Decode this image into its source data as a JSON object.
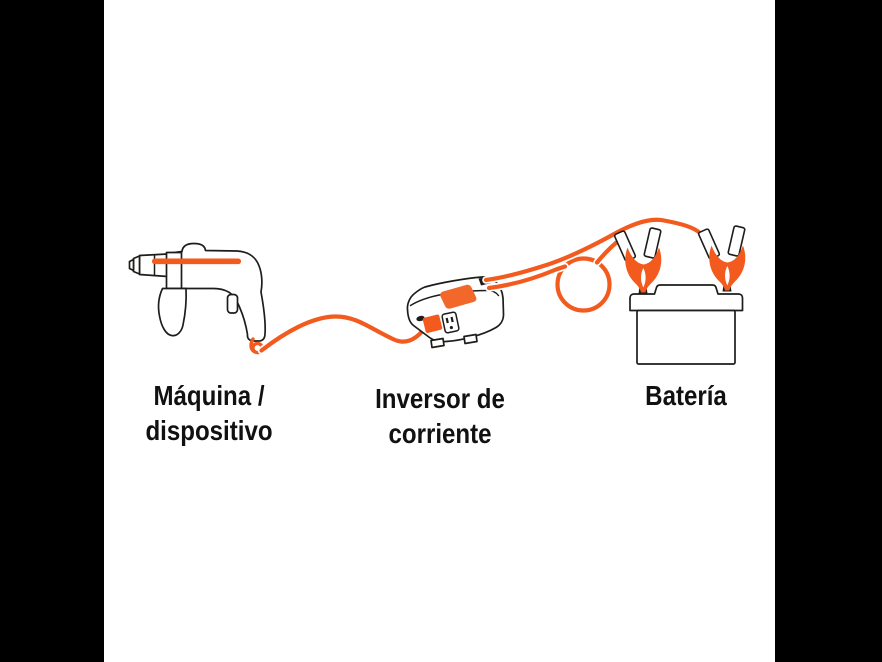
{
  "labels": {
    "machine": {
      "line1": "Máquina /",
      "line2": "dispositivo"
    },
    "inverter": {
      "line1": "Inversor de",
      "line2": "corriente"
    },
    "battery": {
      "line1": "Batería"
    }
  },
  "icons": {
    "machine": "drill-icon",
    "inverter": "power-inverter-icon",
    "battery": "battery-with-clamps-icon",
    "connection": "orange-cable"
  },
  "colors": {
    "background": "#ffffff",
    "pillarbox": "#000000",
    "outline": "#1d1d1b",
    "accent": "#f25a1e",
    "accent_fill": "#f2682a",
    "text": "#111111"
  }
}
